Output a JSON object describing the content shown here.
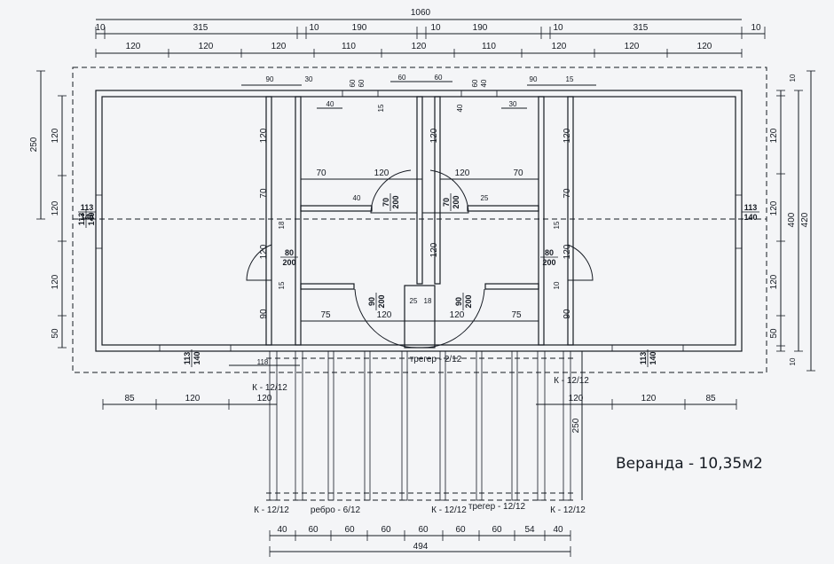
{
  "overall": {
    "total": "1060"
  },
  "dims_top_row1": [
    "10",
    "315",
    "10",
    "190",
    "10",
    "190",
    "10",
    "315",
    "10"
  ],
  "dims_top_row2": [
    "120",
    "120",
    "120",
    "110",
    "120",
    "110",
    "120",
    "120",
    "120"
  ],
  "dims_left_outer": "250",
  "dims_left_inner": [
    "120",
    "120",
    "120",
    "50"
  ],
  "dims_right_inner": [
    "10",
    "120",
    "120",
    "120",
    "50",
    "10"
  ],
  "dims_right_total": [
    "400",
    "420"
  ],
  "dims_bottom_left": [
    "85",
    "120",
    "120"
  ],
  "dims_bottom_right": [
    "120",
    "120",
    "85"
  ],
  "dims_bottom_posts": [
    "40",
    "60",
    "60",
    "60",
    "60",
    "60",
    "60",
    "54",
    "40"
  ],
  "dims_bottom_total": "494",
  "veranda_side": "250",
  "rooms": {
    "left_wall_vert": [
      "120",
      "70",
      "120",
      "90"
    ],
    "right_wall_vert": [
      "120",
      "70",
      "120",
      "90"
    ],
    "center_vert": [
      "120",
      "120"
    ],
    "left_h": [
      "70",
      "120",
      "75",
      "120"
    ],
    "right_h": [
      "120",
      "70",
      "120",
      "75"
    ],
    "small": [
      "90",
      "30",
      "40",
      "60",
      "60",
      "60",
      "60",
      "40",
      "30",
      "90",
      "15",
      "15",
      "40",
      "40",
      "25",
      "25",
      "18",
      "18",
      "15",
      "15",
      "60",
      "10",
      "118"
    ]
  },
  "fractions": {
    "window_side": {
      "num": "113",
      "den": "140"
    },
    "door_side": {
      "num": "80",
      "den": "200"
    },
    "door_center": {
      "num": "70",
      "den": "200"
    },
    "door_bottom": {
      "num": "90",
      "den": "200"
    },
    "window_bottom": {
      "num": "113",
      "den": "140"
    }
  },
  "labels": {
    "k1": "К - 12/12",
    "k2": "К - 12/12",
    "k3": "К - 12/12",
    "k4": "К - 12/12",
    "k5": "К - 12/12",
    "treger_top": "трегер - 2/12",
    "treger_bottom": "трегер - 12/12",
    "rebro": "ребро - 6/12"
  },
  "veranda_title": "Веранда  -  10,35м2"
}
